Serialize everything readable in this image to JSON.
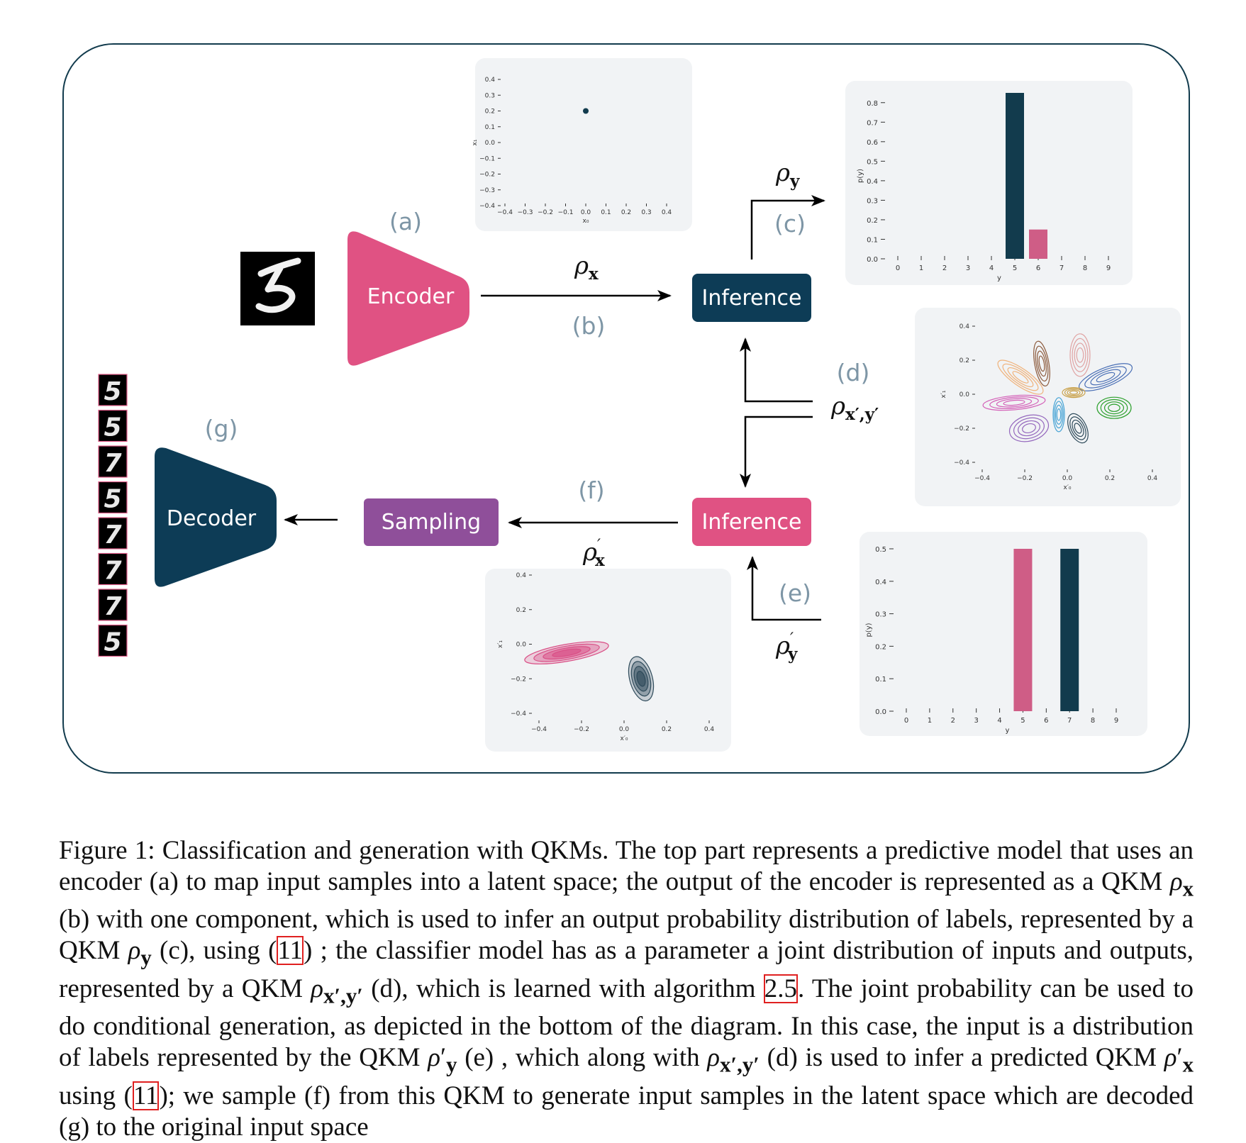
{
  "colors": {
    "frame": "#123b4d",
    "encoder": "#e05283",
    "decoder": "#0d3c56",
    "inference_top": "#0d3c56",
    "inference_bottom": "#e05283",
    "sampling": "#8f4f9a",
    "label": "#7e96a6",
    "bar_dark": "#123b4d",
    "bar_pink": "#cf5d86"
  },
  "labels": {
    "a": "(a)",
    "b": "(b)",
    "c": "(c)",
    "d": "(d)",
    "e": "(e)",
    "f": "(f)",
    "g": "(g)"
  },
  "boxes": {
    "encoder": "Encoder",
    "decoder": "Decoder",
    "inference_top": "Inference",
    "inference_bottom": "Inference",
    "sampling": "Sampling"
  },
  "math": {
    "rho": "ρ",
    "sub_x": "x",
    "sub_y": "y",
    "sub_joint": "x′,y′",
    "prime": "′"
  },
  "digits": {
    "input": "5",
    "generated": [
      "5",
      "5",
      "7",
      "5",
      "7",
      "7",
      "7",
      "5"
    ]
  },
  "chart_data": [
    {
      "type": "scatter",
      "xlabel": "x₀",
      "ylabel": "x₁",
      "xlim": [
        -0.4,
        0.4
      ],
      "ylim": [
        -0.4,
        0.4
      ],
      "xticks": [
        "−0.4",
        "−0.3",
        "−0.2",
        "−0.1",
        "0.0",
        "0.1",
        "0.2",
        "0.3",
        "0.4"
      ],
      "yticks": [
        "0.4",
        "0.3",
        "0.2",
        "0.1",
        "0.0",
        "−0.1",
        "−0.2",
        "−0.3",
        "−0.4"
      ],
      "points": [
        {
          "x": 0.0,
          "y": 0.2
        }
      ]
    },
    {
      "type": "bar",
      "xlabel": "y",
      "ylabel": "p(y)",
      "categories": [
        "0",
        "1",
        "2",
        "3",
        "4",
        "5",
        "6",
        "7",
        "8",
        "9"
      ],
      "values": [
        0,
        0,
        0,
        0,
        0,
        0.85,
        0.15,
        0,
        0,
        0
      ],
      "ylim": [
        0,
        0.85
      ],
      "yticks": [
        "0.8",
        "0.7",
        "0.6",
        "0.5",
        "0.4",
        "0.3",
        "0.2",
        "0.1",
        "0.0"
      ]
    },
    {
      "type": "contour",
      "xlabel": "x′₀",
      "ylabel": "x′₁",
      "xticks": [
        "−0.4",
        "−0.2",
        "0.0",
        "0.2",
        "0.4"
      ],
      "yticks": [
        "0.4",
        "0.2",
        "0.0",
        "−0.2",
        "−0.4"
      ],
      "xlim": [
        -0.4,
        0.4
      ],
      "ylim": [
        -0.4,
        0.4
      ],
      "components": [
        {
          "color": "#e0a3a3",
          "x": 0.06,
          "y": 0.23
        },
        {
          "color": "#8c5a3c",
          "x": -0.12,
          "y": 0.18
        },
        {
          "color": "#f0b27a",
          "x": -0.22,
          "y": 0.1
        },
        {
          "color": "#4a6fb5",
          "x": 0.18,
          "y": 0.1
        },
        {
          "color": "#d35fb7",
          "x": -0.25,
          "y": -0.05
        },
        {
          "color": "#2ca02c",
          "x": 0.22,
          "y": -0.08
        },
        {
          "color": "#9467bd",
          "x": -0.18,
          "y": -0.2
        },
        {
          "color": "#46a3d5",
          "x": -0.04,
          "y": -0.12
        },
        {
          "color": "#2e4a5a",
          "x": 0.05,
          "y": -0.2
        },
        {
          "color": "#c9a14a",
          "x": 0.03,
          "y": 0.01
        }
      ]
    },
    {
      "type": "contour",
      "xlabel": "x′₀",
      "ylabel": "x′₁",
      "xticks": [
        "−0.4",
        "−0.2",
        "0.0",
        "0.2",
        "0.4"
      ],
      "yticks": [
        "0.4",
        "0.2",
        "0.0",
        "−0.2",
        "−0.4"
      ],
      "xlim": [
        -0.4,
        0.4
      ],
      "ylim": [
        -0.4,
        0.4
      ],
      "components": [
        {
          "color": "#d94f86",
          "x": -0.27,
          "y": -0.05
        },
        {
          "color": "#2e4a5a",
          "x": 0.08,
          "y": -0.2
        }
      ]
    },
    {
      "type": "bar",
      "xlabel": "y",
      "ylabel": "p(y)",
      "categories": [
        "0",
        "1",
        "2",
        "3",
        "4",
        "5",
        "6",
        "7",
        "8",
        "9"
      ],
      "values": [
        0,
        0,
        0,
        0,
        0,
        0.5,
        0,
        0.5,
        0,
        0
      ],
      "ylim": [
        0,
        0.5
      ],
      "yticks": [
        "0.5",
        "0.4",
        "0.3",
        "0.2",
        "0.1",
        "0.0"
      ]
    }
  ],
  "caption": {
    "p1": "Figure 1: Classification and generation with QKMs. The top part represents a predictive model that uses an encoder (a) to map input samples into a latent space; the output of the encoder is represented as a QKM ",
    "p2": " (b) with one component, which is used to infer an output probability distribution of labels, represented by a QKM ",
    "p3": " (c), using (",
    "ref11": "11",
    "p4": ") ; the classifier model has as a parameter a joint distribution of inputs and outputs, represented by a QKM ",
    "p5": " (d), which is learned with algorithm ",
    "ref25": "2.5",
    "p6": ". The joint probability can be used to do conditional generation, as depicted in the bottom of the diagram. In this case, the input is a distribution of labels represented by the QKM ",
    "p7": " (e) , which along with ",
    "p8": " (d) is used to infer a predicted QKM ",
    "p9": " using (",
    "p10": "); we sample (f) from this QKM to generate input samples in the latent space which are decoded (g) to the original input space"
  }
}
